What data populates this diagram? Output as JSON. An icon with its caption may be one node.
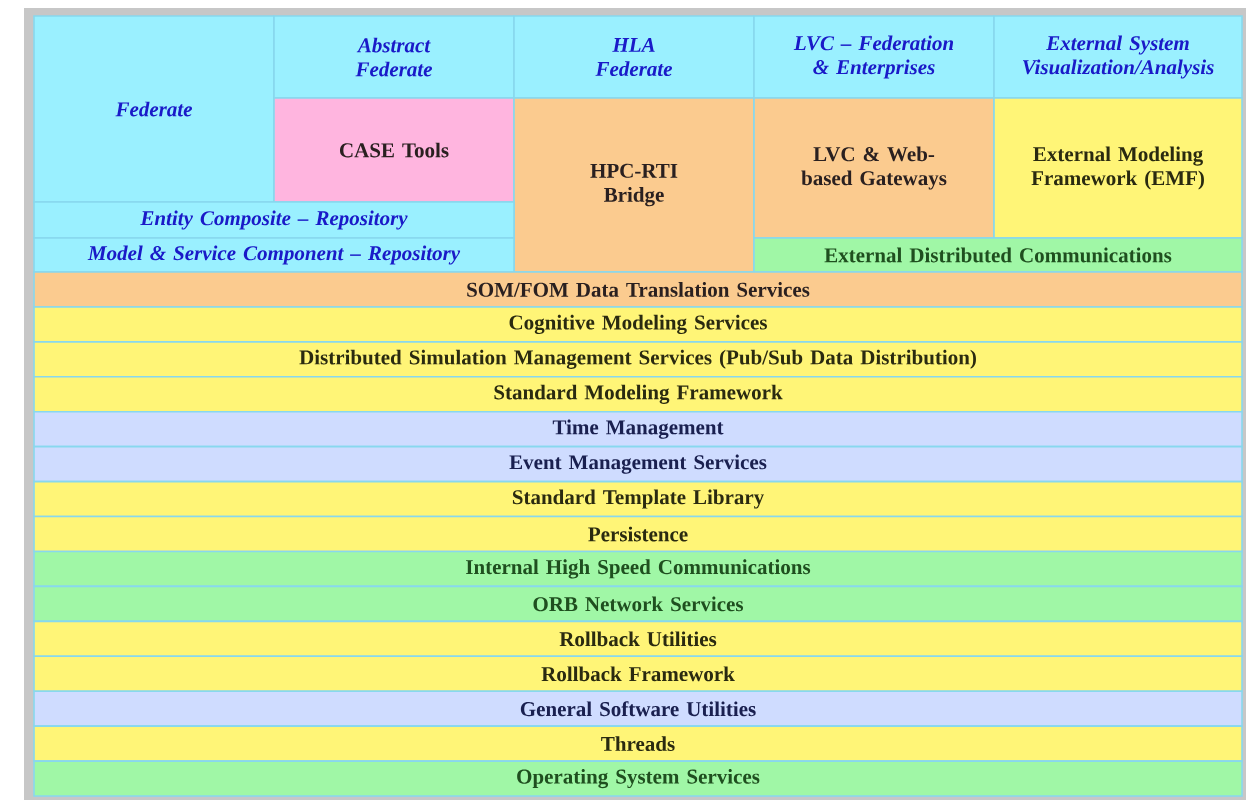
{
  "diagram": {
    "nodes": [
      {
        "text": [
          "Federate"
        ]
      },
      {
        "text": [
          "Abstract Federate"
        ]
      },
      {
        "text": [
          "HLA Federate"
        ]
      },
      {
        "text": [
          "LVC – Federation & Enterprises"
        ]
      },
      {
        "text": [
          "External System Visualization/Analysis"
        ]
      },
      {
        "text": [
          "CASE Tools"
        ]
      },
      {
        "text": [
          "HPC-RTI Bridge"
        ]
      },
      {
        "text": [
          "LVC & Web-based Gateways"
        ]
      },
      {
        "text": [
          "External Modeling Framework (EMF)"
        ]
      },
      {
        "text": [
          "Entity Composite – Repository"
        ]
      },
      {
        "text": [
          "Model & Service Component – Repository"
        ]
      },
      {
        "text": [
          "External Distributed Communications"
        ]
      },
      {
        "text": [
          "SOM/FOM Data Translation Services"
        ]
      },
      {
        "text": [
          "Cognitive Modeling Services"
        ]
      },
      {
        "text": [
          "Distributed Simulation Management Services (Pub/Sub Data Distribution)"
        ]
      },
      {
        "text": [
          "Standard Modeling Framework"
        ]
      },
      {
        "text": [
          "Time Management"
        ]
      },
      {
        "text": [
          "Event Management Services"
        ]
      },
      {
        "text": [
          "Standard Template Library"
        ]
      },
      {
        "text": [
          "Persistence"
        ]
      },
      {
        "text": [
          "Internal High Speed Communications"
        ]
      },
      {
        "text": [
          "ORB Network Services"
        ]
      },
      {
        "text": [
          "Rollback Utilities"
        ]
      },
      {
        "text": [
          "Rollback Framework"
        ]
      },
      {
        "text": [
          "General Software Utilities"
        ]
      },
      {
        "text": [
          "Threads"
        ]
      },
      {
        "text": [
          "Operating System Services"
        ]
      }
    ]
  }
}
